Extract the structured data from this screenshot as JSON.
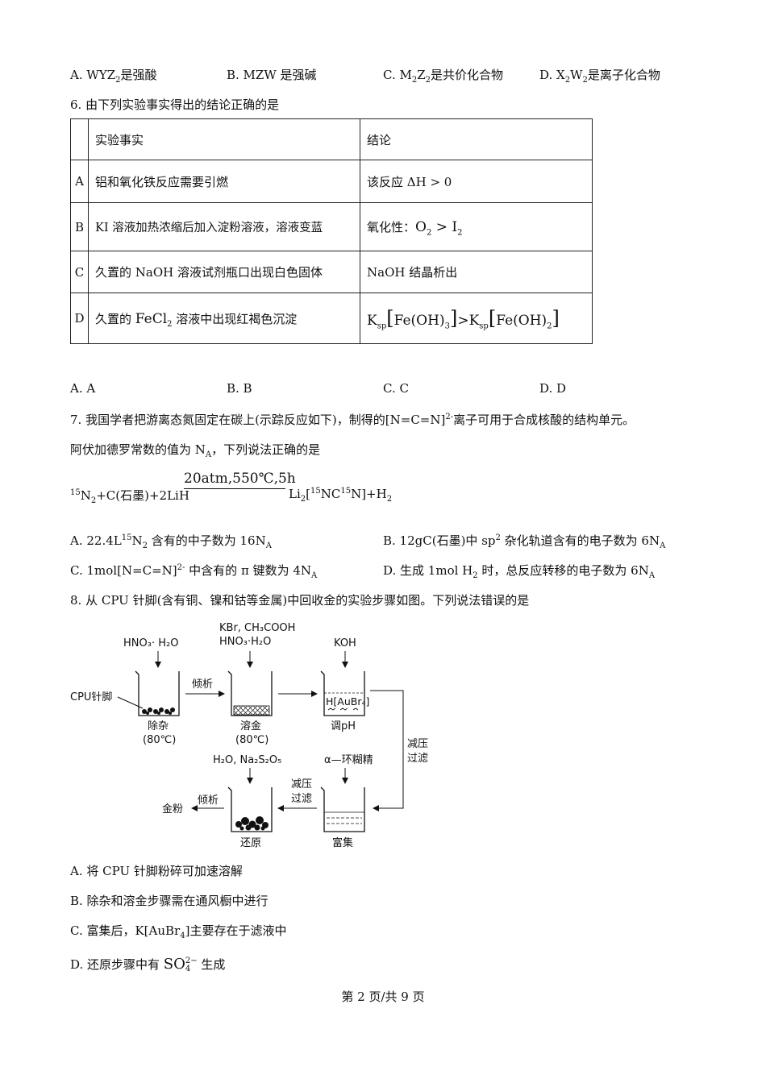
{
  "q5_options": [
    {
      "a": "A. WYZ",
      "b": "2",
      "c": "是强酸"
    },
    {
      "a": "B. MZW 是强碱"
    },
    {
      "a": "C. M",
      "b": "2",
      "c": "Z",
      "d": "2",
      "e": "是共价化合物"
    },
    {
      "a": "D. X",
      "b": "2",
      "c": "W",
      "d": "2",
      "e": "是离子化合物"
    }
  ],
  "q6": {
    "stem": "6. 由下列实验事实得出的结论正确的是",
    "header": {
      "fact": "实验事实",
      "conclusion": "结论"
    },
    "rows": [
      {
        "label": "A",
        "fact": "铝和氧化铁反应需要引燃",
        "conclusion": "该反应 ΔH > 0"
      },
      {
        "label": "B",
        "fact": "KI 溶液加热浓缩后加入淀粉溶液，溶液变蓝",
        "conclusion_pre": "氧化性：",
        "conclusion_math": "O",
        "c_sub1": "2",
        "c_mid": " > I",
        "c_sub2": "2"
      },
      {
        "label": "C",
        "fact": "久置的 NaOH 溶液试剂瓶口出现白色固体",
        "conclusion": "NaOH 结晶析出"
      },
      {
        "label": "D",
        "fact_pre": "久置的 ",
        "fact_chem": "FeCl",
        "fact_sub": "2",
        "fact_post": " 溶液中出现红褐色沉淀",
        "k1": "K",
        "ksub": "sp",
        "fe1": "Fe(OH)",
        "fe1sub": "3",
        "gt": ">K",
        "fe2": "Fe(OH)",
        "fe2sub": "2"
      }
    ],
    "options": [
      "A. A",
      "B. B",
      "C. C",
      "D. D"
    ]
  },
  "q7": {
    "line1_a": "7. 我国学者把游离态氮固定在碳上(示踪反应如下)，制得的[N=C=N]",
    "line1_sup": "2-",
    "line1_b": "离子可用于合成核酸的结构单元。",
    "line2_a": "阿伏加德罗常数的值为 N",
    "line2_sub": "A",
    "line2_b": "，下列说法正确的是",
    "condition": "20atm,550℃,5h",
    "eq_left": {
      "s1": "15",
      "t1": "N",
      "s2": "2",
      "t2": "+C(石墨)+2LiH"
    },
    "eq_right": {
      "t1": "Li",
      "s1": "2",
      "t2": "[",
      "s2": "15",
      "t3": "NC",
      "s3": "15",
      "t4": "N]+H",
      "s4": "2"
    },
    "opt_a": {
      "t1": "A. 22.4L",
      "s1": "15",
      "t2": "N",
      "s2": "2",
      "t3": " 含有的中子数为 16N",
      "s3": "A"
    },
    "opt_b": {
      "t1": "B. 12gC(石墨)中 sp",
      "s1": "2",
      "t2": " 杂化轨道含有的电子数为 6N",
      "s2": "A"
    },
    "opt_c": {
      "t1": "C. 1mol[N=C=N]",
      "s1": "2-",
      "t2": " 中含有的 π 键数为 4N",
      "s2": "A"
    },
    "opt_d": {
      "t1": "D.  生成 1mol H",
      "s1": "2",
      "t2": " 时，总反应转移的电子数为 6N",
      "s2": "A"
    }
  },
  "q8": {
    "stem": "8. 从 CPU 针脚(含有铜、镍和钴等金属)中回收金的实验步骤如图。下列说法错误的是",
    "diagram": {
      "reagent1": "HNO₃· H₂O",
      "reagent2a": "KBr, CH₃COOH",
      "reagent2b": "HNO₃·H₂O",
      "reagent3": "KOH",
      "cpu": "CPU针脚",
      "decant1": "倾析",
      "step1": "除杂",
      "step1t": "(80℃)",
      "step2": "溶金",
      "step2t": "(80℃)",
      "step3": "调pH",
      "solution3": "H[AuBr₄]",
      "vac1a": "减压",
      "vac1b": "过滤",
      "reagent4": "H₂O,  Na₂S₂O₅",
      "reagent5": "α—环糊精",
      "vac2a": "减压",
      "vac2b": "过滤",
      "decant2": "倾析",
      "gold": "金粉",
      "step4": "还原",
      "step5": "富集"
    },
    "opt_a": "A.  将 CPU 针脚粉碎可加速溶解",
    "opt_b": "B.  除杂和溶金步骤需在通风橱中进行",
    "opt_c": {
      "t1": "C.  富集后，K[AuBr",
      "s1": "4",
      "t2": "]主要存在于滤液中"
    },
    "opt_d": {
      "t1": "D.  还原步骤中有 ",
      "t2": "SO",
      "s1": "4",
      "sup": "2−",
      "t3": " 生成"
    }
  },
  "footer": "第 2 页/共 9 页"
}
